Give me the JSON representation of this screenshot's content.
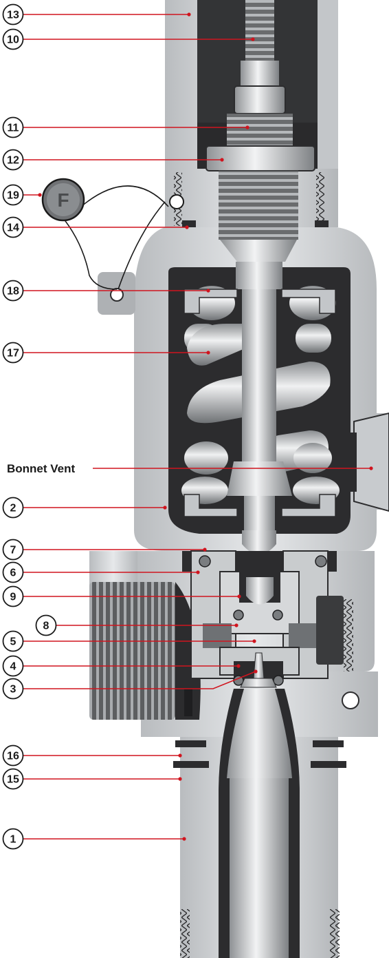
{
  "callouts": [
    {
      "id": "13",
      "label": "13"
    },
    {
      "id": "10",
      "label": "10"
    },
    {
      "id": "11",
      "label": "11"
    },
    {
      "id": "12",
      "label": "12"
    },
    {
      "id": "19",
      "label": "19"
    },
    {
      "id": "14",
      "label": "14"
    },
    {
      "id": "18",
      "label": "18"
    },
    {
      "id": "17",
      "label": "17"
    },
    {
      "id": "bonnet-vent",
      "label": "Bonnet Vent"
    },
    {
      "id": "2",
      "label": "2"
    },
    {
      "id": "7",
      "label": "7"
    },
    {
      "id": "6",
      "label": "6"
    },
    {
      "id": "9",
      "label": "9"
    },
    {
      "id": "8",
      "label": "8"
    },
    {
      "id": "5",
      "label": "5"
    },
    {
      "id": "4",
      "label": "4"
    },
    {
      "id": "3",
      "label": "3"
    },
    {
      "id": "16",
      "label": "16"
    },
    {
      "id": "15",
      "label": "15"
    },
    {
      "id": "1",
      "label": "1"
    }
  ],
  "seal_tag": {
    "letter": "F"
  },
  "colors": {
    "leader_line": "#d0141e",
    "body_metal": "#cfd2d4",
    "dark_cavity": "#2c2c2e",
    "callout_fill": "#ffffff",
    "callout_stroke": "#1a1a1a"
  }
}
